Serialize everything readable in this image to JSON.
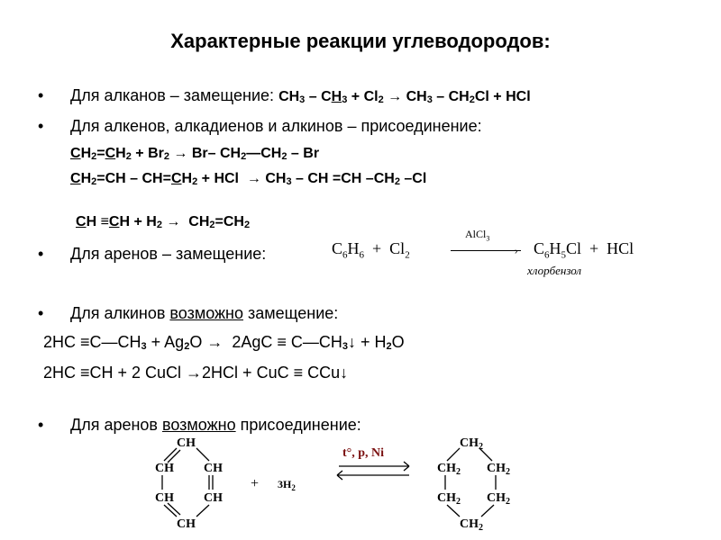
{
  "title": "Характерные реакции углеводородов:",
  "items": {
    "alkanes_label": "Для алканов – замещение:",
    "alkanes_eq": "CH3 – CH3 + Cl2 → CH3 – CH2Cl + HCl",
    "addition_label": "Для алкенов, алкадиенов и алкинов – присоединение:",
    "eq_br": "CH2=CH2 + Br2 → Br– CH2—CH2 – Br",
    "eq_hcl": "CH2=CH – CH=CH2 + HCl → CH3 – CH =CH –CH2 –Cl",
    "eq_h2": "CH ≡CH + H2 → CH2=CH2",
    "arenes_label": "Для аренов – замещение:",
    "arenes_eq": "C6H6 + Cl2 → C6H5Cl + HCl",
    "arenes_catalyst": "AlCl3",
    "arenes_product_name": "хлорбензол",
    "alkynes_label_pre": "Для алкинов ",
    "alkynes_label_u": "возможно",
    "alkynes_label_post": " замещение:",
    "eq_ag": "2HC ≡C—CH3 + Ag2O → 2AgC ≡ C—CH3↓ + H2O",
    "eq_cu": "2HC ≡CH + 2 CuCl →2HCl + CuC ≡ CCu↓",
    "arenes2_label_pre": "Для аренов ",
    "arenes2_label_u": "возможно",
    "arenes2_label_post": " присоединение:",
    "benzene_plus": "+ 3H2",
    "conditions": "t°, p, Ni",
    "bullet": "•"
  }
}
